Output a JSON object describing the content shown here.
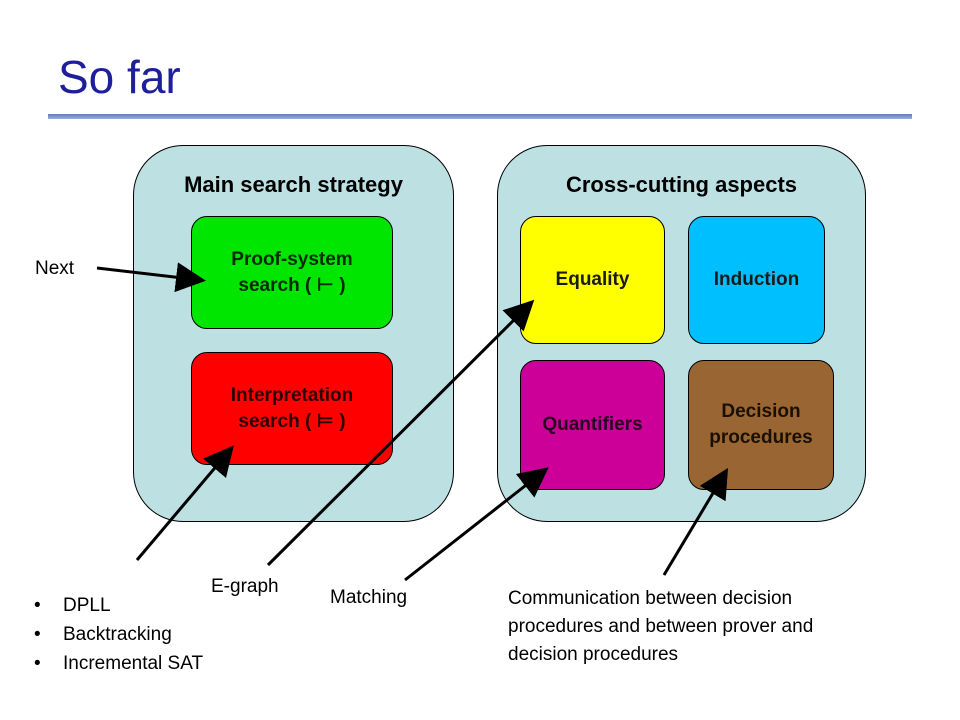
{
  "title": "So far",
  "left_panel": {
    "heading": "Main search strategy",
    "boxes": [
      {
        "line1": "Proof-system",
        "line2": "search ( ⊢ )",
        "color": "#00e600",
        "text_color": "#002a00"
      },
      {
        "line1": "Interpretation",
        "line2": "search ( ⊨ )",
        "color": "#ff0000",
        "text_color": "#2a0000"
      }
    ]
  },
  "right_panel": {
    "heading": "Cross-cutting aspects",
    "boxes": [
      {
        "line1": "Equality",
        "line2": "",
        "color": "#ffff00",
        "text_color": "#1a1a1a"
      },
      {
        "line1": "Induction",
        "line2": "",
        "color": "#00bfff",
        "text_color": "#1a1a1a"
      },
      {
        "line1": "Quantifiers",
        "line2": "",
        "color": "#cc0099",
        "text_color": "#2a0022"
      },
      {
        "line1": "Decision",
        "line2": "procedures",
        "color": "#996633",
        "text_color": "#1a1000"
      }
    ]
  },
  "annotations": {
    "next": "Next",
    "egraph": "E-graph",
    "matching": "Matching",
    "bullets": [
      "DPLL",
      "Backtracking",
      "Incremental SAT"
    ],
    "bullet_glyph": "•",
    "communication": "Communication between decision procedures and between prover and decision procedures"
  },
  "colors": {
    "title": "#1f1f9a",
    "panel_fill": "#bde0e3"
  }
}
